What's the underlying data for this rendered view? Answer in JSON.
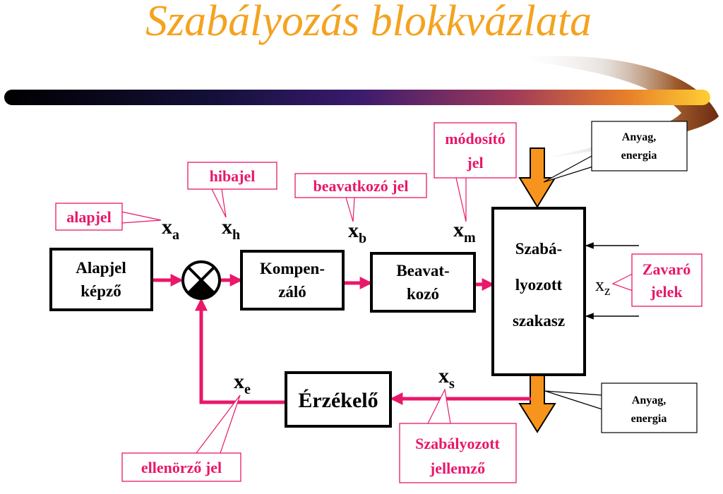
{
  "title": "Szabályozás blokkvázlata",
  "blocks": {
    "alapjel_kepzo": [
      "Alapjel",
      "képző"
    ],
    "kompenzalo": [
      "Kompen-",
      "záló"
    ],
    "beavatkozo": [
      "Beavat-",
      "kozó"
    ],
    "szakasz": [
      "Szabá-",
      "lyozott",
      "szakasz"
    ],
    "erzekelo": "Érzékelő"
  },
  "signals": {
    "xa": {
      "main": "x",
      "sub": "a"
    },
    "xh": {
      "main": "x",
      "sub": "h"
    },
    "xb": {
      "main": "x",
      "sub": "b"
    },
    "xm": {
      "main": "x",
      "sub": "m"
    },
    "xz": {
      "main": "x",
      "sub": "z"
    },
    "xs": {
      "main": "x",
      "sub": "s"
    },
    "xe": {
      "main": "x",
      "sub": "e"
    }
  },
  "callouts": {
    "alapjel": "alapjel",
    "hibajel": "hibajel",
    "beavatkozo_jel": "beavatkozó jel",
    "modosito_jel": [
      "módosító",
      "jel"
    ],
    "zavaro_jelek": [
      "Zavaró",
      "jelek"
    ],
    "szabalyozott_jellemzo": [
      "Szabályozott",
      "jellemző"
    ],
    "ellenorzo_jel": "ellenörző jel"
  },
  "inputs": {
    "top": [
      "Anyag,",
      "energia"
    ],
    "bottom": [
      "Anyag,",
      "energia"
    ]
  },
  "colors": {
    "title": "#f4a31f",
    "signal_line": "#e8186a",
    "material_arrow": "#f7941d",
    "block_stroke": "#000000"
  }
}
